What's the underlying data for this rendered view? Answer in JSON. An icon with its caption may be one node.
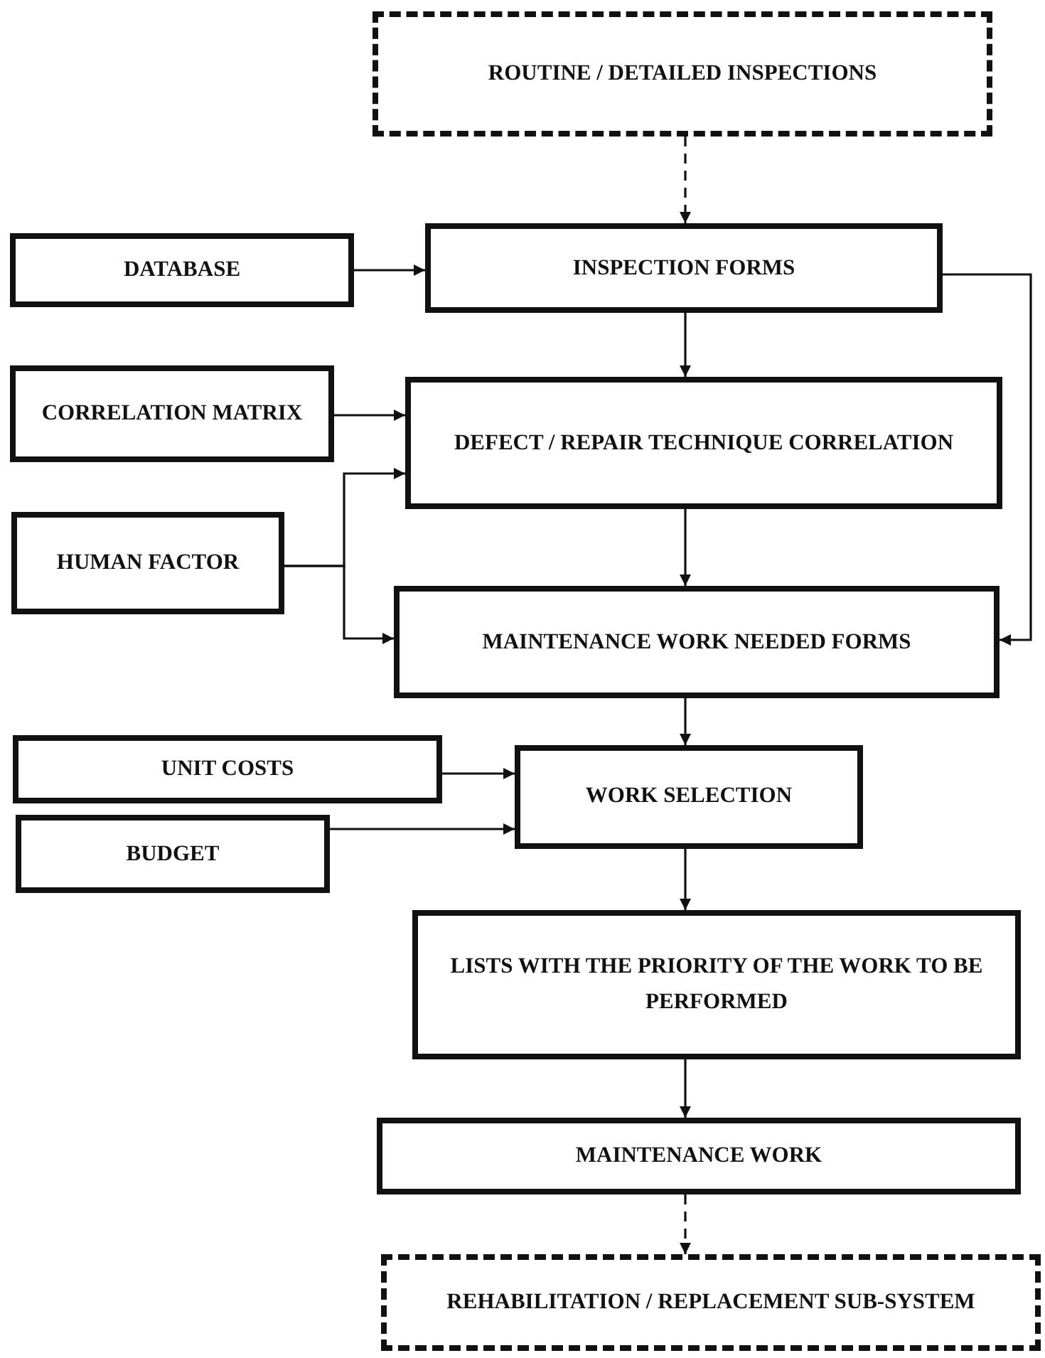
{
  "diagram": {
    "nodes": [
      {
        "text": [
          "ROUTINE / DETAILED INSPECTIONS"
        ]
      },
      {
        "text": [
          "DATABASE"
        ]
      },
      {
        "text": [
          "INSPECTION FORMS"
        ]
      },
      {
        "text": [
          "CORRELATION MATRIX"
        ]
      },
      {
        "text": [
          "DEFECT / REPAIR TECHNIQUE CORRELATION"
        ]
      },
      {
        "text": [
          "HUMAN FACTOR"
        ]
      },
      {
        "text": [
          "MAINTENANCE WORK NEEDED FORMS"
        ]
      },
      {
        "text": [
          "UNIT COSTS"
        ]
      },
      {
        "text": [
          "BUDGET"
        ]
      },
      {
        "text": [
          "WORK SELECTION"
        ]
      },
      {
        "text": [
          "LISTS WITH THE PRIORITY OF THE WORK TO BE PERFORMED"
        ]
      },
      {
        "text": [
          "MAINTENANCE WORK"
        ]
      },
      {
        "text": [
          "REHABILITATION / REPLACEMENT SUB-SYSTEM"
        ]
      }
    ],
    "edges": [
      {
        "from": 0,
        "to": 2,
        "arrow": "to",
        "style": "dashed"
      },
      {
        "from": 1,
        "to": 2,
        "arrow": "to"
      },
      {
        "from": 2,
        "to": 4,
        "arrow": "to"
      },
      {
        "from": 2,
        "to": 6,
        "arrow": "to"
      },
      {
        "from": 3,
        "to": 4,
        "arrow": "to"
      },
      {
        "from": 5,
        "to": 4,
        "arrow": "to"
      },
      {
        "from": 5,
        "to": 6,
        "arrow": "to"
      },
      {
        "from": 4,
        "to": 6,
        "arrow": "to"
      },
      {
        "from": 6,
        "to": 9,
        "arrow": "to"
      },
      {
        "from": 7,
        "to": 9,
        "arrow": "to"
      },
      {
        "from": 8,
        "to": 9,
        "arrow": "to"
      },
      {
        "from": 9,
        "to": 10,
        "arrow": "to"
      },
      {
        "from": 10,
        "to": 11,
        "arrow": "to"
      },
      {
        "from": 11,
        "to": 12,
        "arrow": "to",
        "style": "dashed"
      }
    ]
  }
}
